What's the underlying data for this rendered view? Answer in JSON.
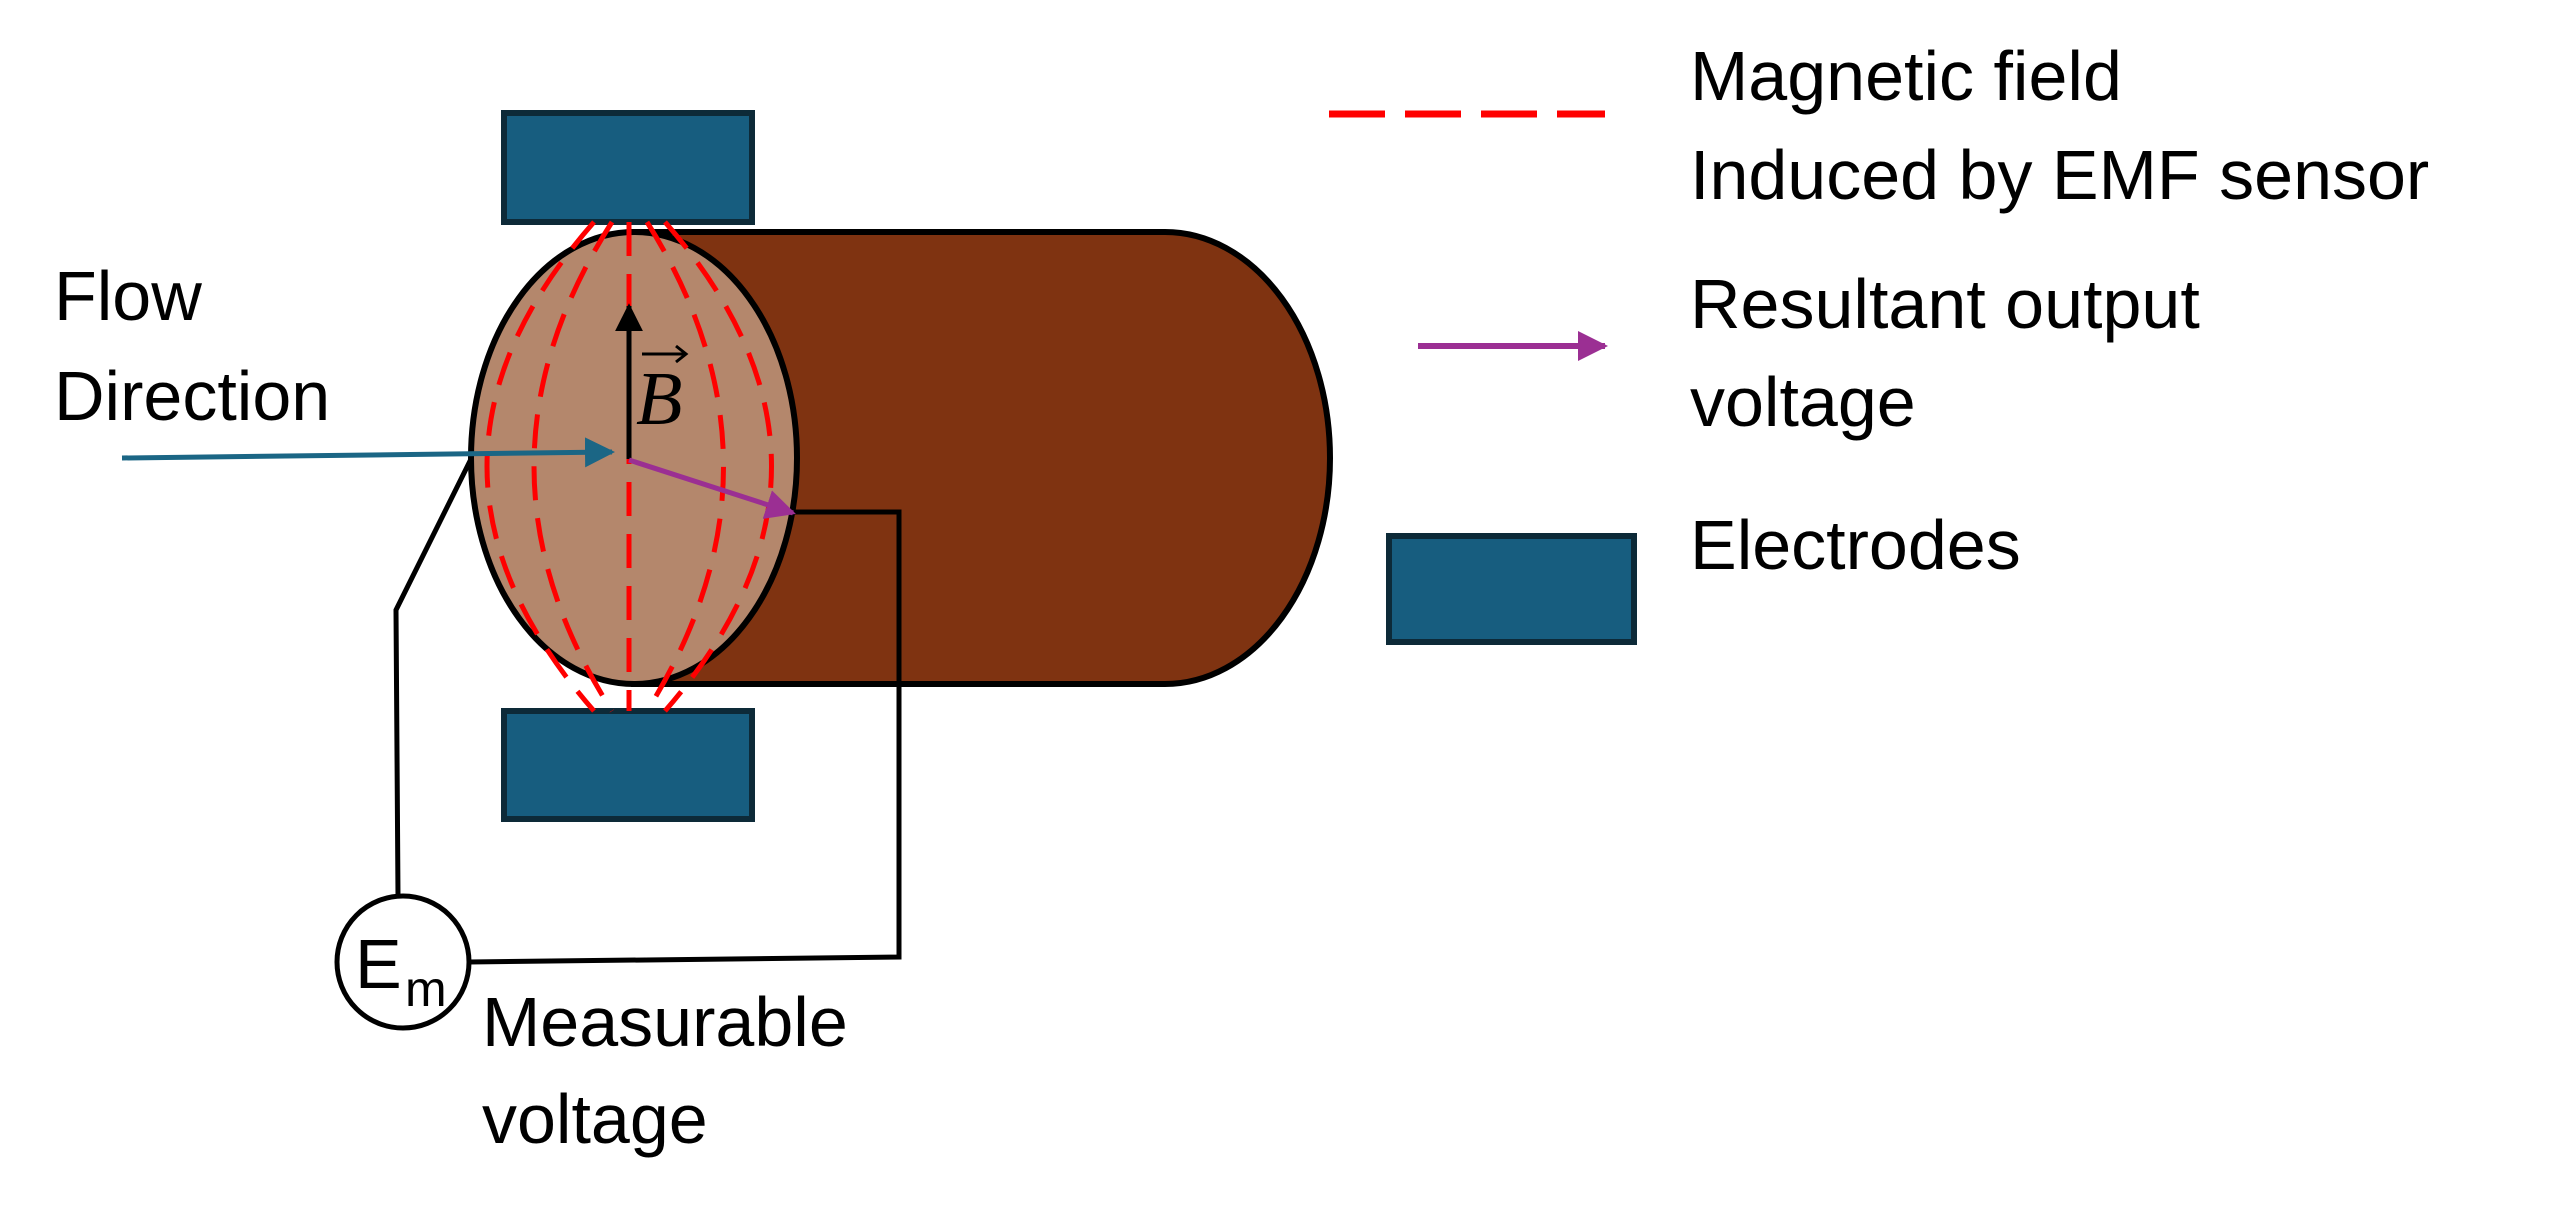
{
  "labels": {
    "flow_line1": "Flow",
    "flow_line2": "Direction",
    "b_vector": "B",
    "meter_symbol": "E",
    "meter_subscript": "m",
    "measurable_line1": "Measurable",
    "measurable_line2": "voltage"
  },
  "legend": {
    "magnetic_field_line1": "Magnetic field",
    "magnetic_field_line2": "Induced by EMF sensor",
    "resultant_line1": "Resultant output",
    "resultant_line2": "voltage",
    "electrodes": "Electrodes"
  },
  "colors": {
    "pipe": "#7f3311",
    "pipe_face": "#b4876c",
    "electrode": "#175d7f",
    "electrode_border": "#0d2a38",
    "field": "#ff0000",
    "flow_arrow": "#1b6685",
    "resultant_arrow": "#9b2f93"
  }
}
